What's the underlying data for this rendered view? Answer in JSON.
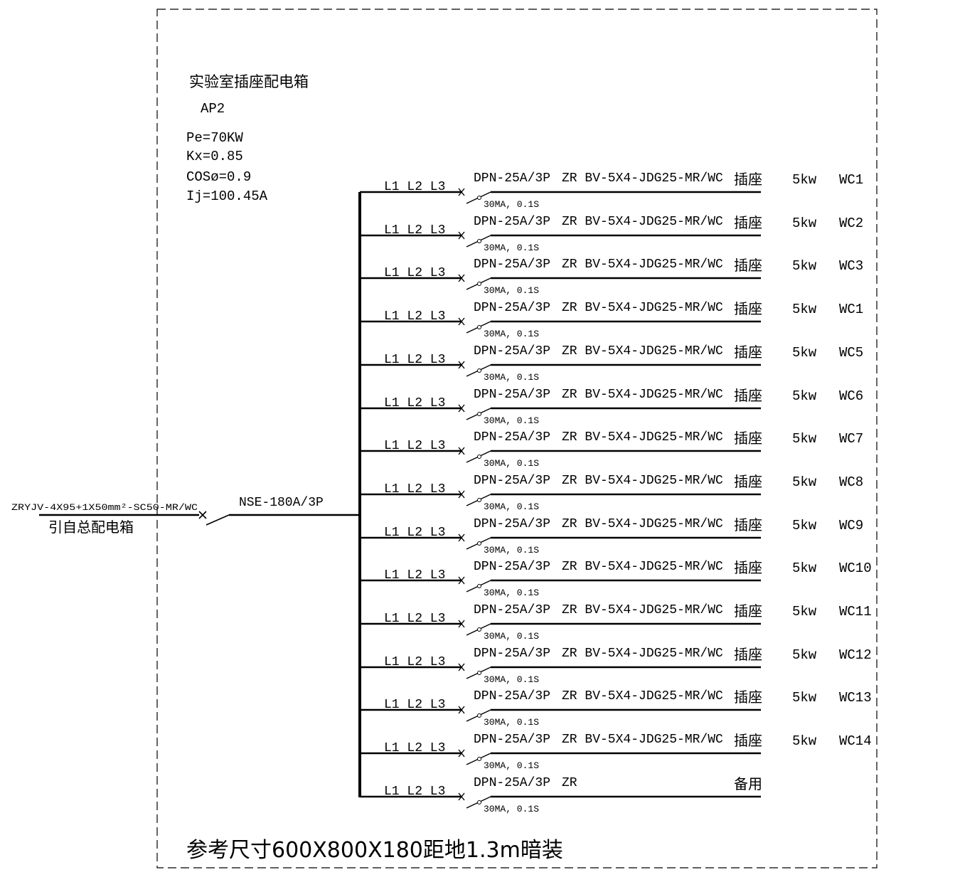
{
  "panel": {
    "title": "实验室插座配电箱",
    "code": "AP2",
    "params": [
      "Pe=70KW",
      "Kx=0.85",
      "COSø=0.9",
      "Ij=100.45A"
    ],
    "footer_note": "参考尺寸600X800X180距地1.3m暗装"
  },
  "incoming": {
    "cable": "ZRYJV-4X95+1X50mm²-SC50-MR/WC",
    "source": "引自总配电箱",
    "main_breaker": "NSE-180A/3P"
  },
  "circuits": [
    {
      "phases": "L1 L2 L3",
      "breaker": "DPN-25A/3P",
      "cable": "ZR BV-5X4-JDG25-MR/WC",
      "rcd": "30MA, 0.1S",
      "use": "插座",
      "power": "5kw",
      "id": "WC1"
    },
    {
      "phases": "L1 L2 L3",
      "breaker": "DPN-25A/3P",
      "cable": "ZR BV-5X4-JDG25-MR/WC",
      "rcd": "30MA, 0.1S",
      "use": "插座",
      "power": "5kw",
      "id": "WC2"
    },
    {
      "phases": "L1 L2 L3",
      "breaker": "DPN-25A/3P",
      "cable": "ZR BV-5X4-JDG25-MR/WC",
      "rcd": "30MA, 0.1S",
      "use": "插座",
      "power": "5kw",
      "id": "WC3"
    },
    {
      "phases": "L1 L2 L3",
      "breaker": "DPN-25A/3P",
      "cable": "ZR BV-5X4-JDG25-MR/WC",
      "rcd": "30MA, 0.1S",
      "use": "插座",
      "power": "5kw",
      "id": "WC1"
    },
    {
      "phases": "L1 L2 L3",
      "breaker": "DPN-25A/3P",
      "cable": "ZR BV-5X4-JDG25-MR/WC",
      "rcd": "30MA, 0.1S",
      "use": "插座",
      "power": "5kw",
      "id": "WC5"
    },
    {
      "phases": "L1 L2 L3",
      "breaker": "DPN-25A/3P",
      "cable": "ZR BV-5X4-JDG25-MR/WC",
      "rcd": "30MA, 0.1S",
      "use": "插座",
      "power": "5kw",
      "id": "WC6"
    },
    {
      "phases": "L1 L2 L3",
      "breaker": "DPN-25A/3P",
      "cable": "ZR BV-5X4-JDG25-MR/WC",
      "rcd": "30MA, 0.1S",
      "use": "插座",
      "power": "5kw",
      "id": "WC7"
    },
    {
      "phases": "L1 L2 L3",
      "breaker": "DPN-25A/3P",
      "cable": "ZR BV-5X4-JDG25-MR/WC",
      "rcd": "30MA, 0.1S",
      "use": "插座",
      "power": "5kw",
      "id": "WC8"
    },
    {
      "phases": "L1 L2 L3",
      "breaker": "DPN-25A/3P",
      "cable": "ZR BV-5X4-JDG25-MR/WC",
      "rcd": "30MA, 0.1S",
      "use": "插座",
      "power": "5kw",
      "id": "WC9"
    },
    {
      "phases": "L1 L2 L3",
      "breaker": "DPN-25A/3P",
      "cable": "ZR BV-5X4-JDG25-MR/WC",
      "rcd": "30MA, 0.1S",
      "use": "插座",
      "power": "5kw",
      "id": "WC10"
    },
    {
      "phases": "L1 L2 L3",
      "breaker": "DPN-25A/3P",
      "cable": "ZR BV-5X4-JDG25-MR/WC",
      "rcd": "30MA, 0.1S",
      "use": "插座",
      "power": "5kw",
      "id": "WC11"
    },
    {
      "phases": "L1 L2 L3",
      "breaker": "DPN-25A/3P",
      "cable": "ZR BV-5X4-JDG25-MR/WC",
      "rcd": "30MA, 0.1S",
      "use": "插座",
      "power": "5kw",
      "id": "WC12"
    },
    {
      "phases": "L1 L2 L3",
      "breaker": "DPN-25A/3P",
      "cable": "ZR BV-5X4-JDG25-MR/WC",
      "rcd": "30MA, 0.1S",
      "use": "插座",
      "power": "5kw",
      "id": "WC13"
    },
    {
      "phases": "L1 L2 L3",
      "breaker": "DPN-25A/3P",
      "cable": "ZR BV-5X4-JDG25-MR/WC",
      "rcd": "30MA, 0.1S",
      "use": "插座",
      "power": "5kw",
      "id": "WC14"
    },
    {
      "phases": "L1 L2 L3",
      "breaker": "DPN-25A/3P",
      "cable": "ZR",
      "rcd": "30MA, 0.1S",
      "use": "备用",
      "power": "",
      "id": ""
    }
  ]
}
